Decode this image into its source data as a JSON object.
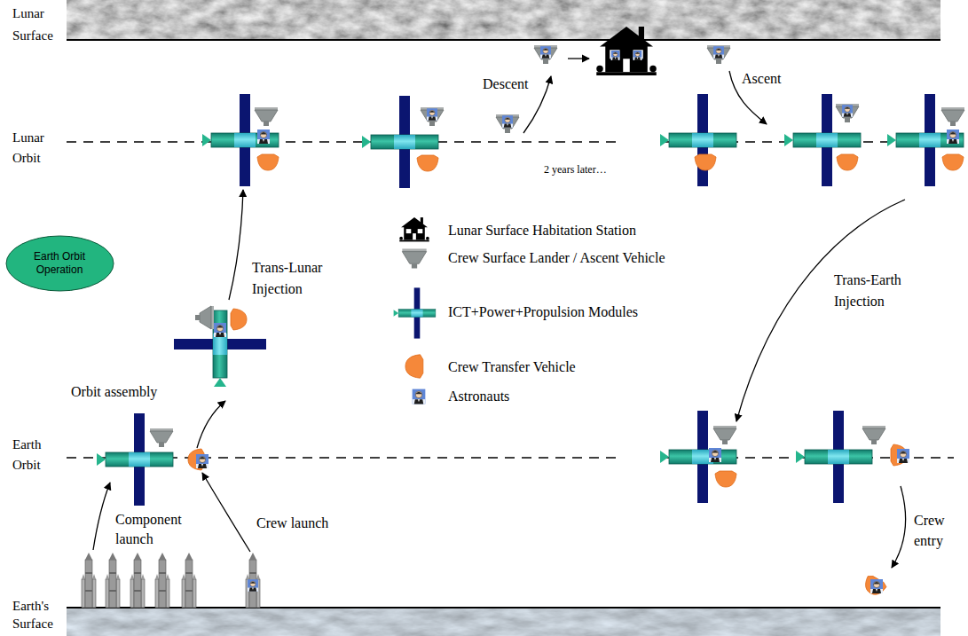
{
  "diagram": {
    "nodes": [
      {
        "text": [
          "Earth Orbit Operation"
        ]
      }
    ],
    "labels": [
      "Lunar Surface",
      "Descent",
      "Ascent",
      "Lunar Orbit",
      "2 years later…",
      "Trans-Lunar Injection",
      "Trans-Earth Injection",
      "Orbit assembly",
      "Earth Orbit",
      "Component launch",
      "Crew launch",
      "Crew entry",
      "Earth's Surface"
    ],
    "legend": [
      {
        "text": "Lunar Surface Habitation Station"
      },
      {
        "text": "Crew Surface Lander / Ascent Vehicle"
      },
      {
        "text": "ICT+Power+Propulsion Modules"
      },
      {
        "text": "Crew Transfer Vehicle"
      },
      {
        "text": "Astronauts"
      }
    ]
  }
}
